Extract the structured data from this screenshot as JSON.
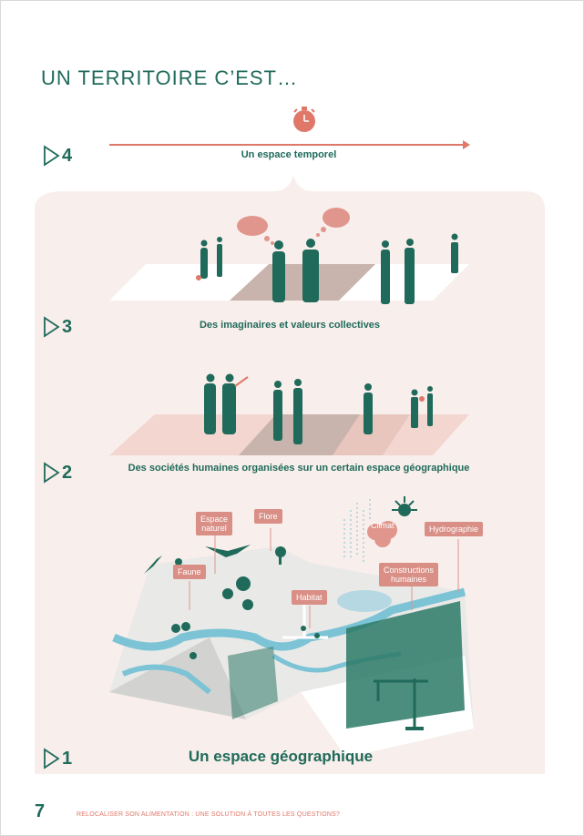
{
  "title": "UN TERRITOIRE C’EST…",
  "steps": [
    {
      "num": "4",
      "caption": "Un espace temporel"
    },
    {
      "num": "3",
      "caption": "Des imaginaires et valeurs collectives"
    },
    {
      "num": "2",
      "caption": "Des sociétés humaines organisées sur un certain espace géographique"
    },
    {
      "num": "1",
      "caption": "Un espace géographique"
    }
  ],
  "labels": {
    "espace_naturel": "Espace\nnaturel",
    "flore": "Flore",
    "faune": "Faune",
    "habitat": "Habitat",
    "climat": "Climat",
    "hydrographie": "Hydrographie",
    "constructions": "Constructions\nhumaines"
  },
  "footer": {
    "page_number": "7",
    "text": "RELOCALISER SON ALIMENTATION : UNE SOLUTION À TOUTES LES QUESTIONS?"
  },
  "icons": {
    "clock": "clock-icon",
    "step_marker": "triangle-outline-icon"
  },
  "colors": {
    "teal": "#1f6a5a",
    "salmon": "#e0786a",
    "pink_bg": "#f8eeeb",
    "blue": "#7cc3d6"
  }
}
